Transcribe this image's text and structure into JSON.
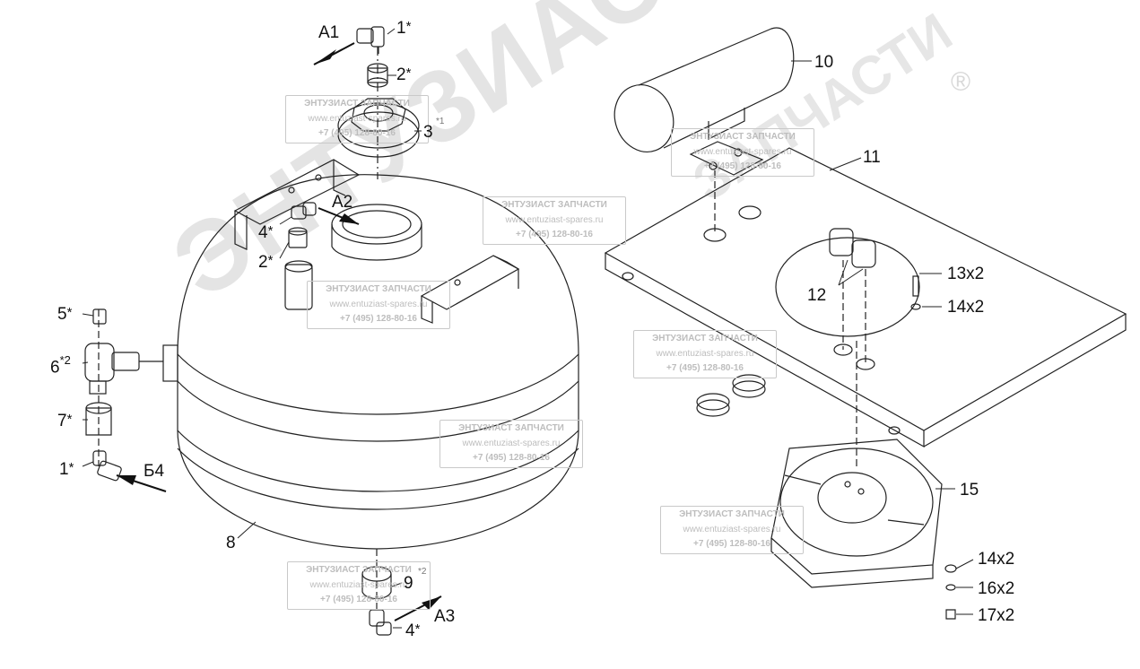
{
  "watermark": {
    "big_text": "ЭНТУЗИАСТ!",
    "small_text": "ЗАПЧАСТИ",
    "registered": "®",
    "box_line1": "ЭНТУЗИАСТ ЗАПЧАСТИ",
    "box_line2": "www.entuziast-spares.ru",
    "box_line3": "+7 (495) 128-80-16"
  },
  "labels": {
    "a1": "А1",
    "a2": "А2",
    "a3": "А3",
    "b4": "Б4",
    "p1_top": "1",
    "p2_top": "2",
    "p3": "3",
    "p4_top": "4",
    "p2_mid": "2",
    "p5": "5",
    "p6": "6",
    "p6_sup": "*2",
    "p7": "7",
    "p1_left": "1",
    "p8": "8",
    "p9": "9",
    "p4_bottom": "4",
    "p10": "10",
    "p11": "11",
    "p12": "12",
    "p13": "13x2",
    "p14_top": "14x2",
    "p15": "15",
    "p14_bottom": "14x2",
    "p16": "16x2",
    "p17": "17x2",
    "star": "*",
    "note1": "*1",
    "note2": "*2"
  }
}
